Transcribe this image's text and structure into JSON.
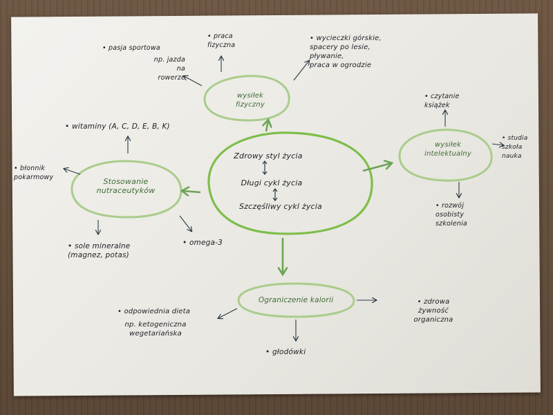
{
  "center": {
    "line1": "Zdrowy styl życia",
    "line2": "Długi cykl życia",
    "line3": "Szczęśliwy cykl życia"
  },
  "nodes": {
    "physical": "wysiłek\nfizyczny",
    "intellectual": "wysiłek\nintelektualny",
    "nutra": "Stosowanie\nnutraceutyków",
    "calories": "Ograniczenie kalorii"
  },
  "physical_items": {
    "sport": "pasja sportowa",
    "sport_example": "np. jazda\nna\nrowerze",
    "work": "praca\nfizyczna",
    "trips": "wycieczki górskie,\nspacery po lesie,\npływanie,\npraca w ogrodzie"
  },
  "intellectual_items": {
    "reading": "czytanie\nksiążek",
    "studies": "studia\nszkoła\nnauka",
    "development": "rozwój\nosobisty\nszkolenia"
  },
  "nutra_items": {
    "vitamins": "witaminy (A, C, D, E, B, K)",
    "fiber": "błonnik\npokarmowy",
    "minerals": "sole mineralne\n(magnez, potas)",
    "omega": "omega-3"
  },
  "calories_items": {
    "diet": "odpowiednia dieta",
    "diet_example": "np. ketogeniczna\nwegetariańska",
    "fasting": "głodówki",
    "organic": "zdrowa\nżywność\norganiczna"
  },
  "colors": {
    "ink": "#1e1e24",
    "marker_green": "#7dbe4a",
    "light_green": "#a9cc8c",
    "arrow_green": "#6aa455",
    "label_green": "#3d6b35"
  }
}
